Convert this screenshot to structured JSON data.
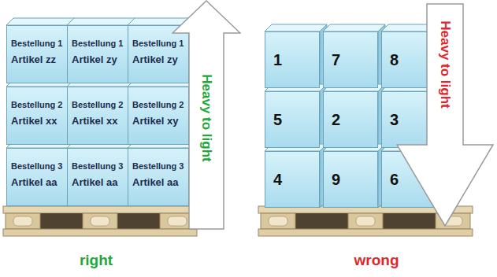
{
  "diagram": {
    "nodes": [
      {
        "text": [
          "Bestellung 1",
          "Artikel zz"
        ]
      },
      {
        "text": [
          "Bestellung 1",
          "Artikel zy"
        ]
      },
      {
        "text": [
          "Bestellung 1",
          "Artikel zy"
        ]
      },
      {
        "text": [
          "Bestellung 2",
          "Artikel xx"
        ]
      },
      {
        "text": [
          "Bestellung 2",
          "Artikel xx"
        ]
      },
      {
        "text": [
          "Bestellung 2",
          "Artikel xy"
        ]
      },
      {
        "text": [
          "Bestellung 3",
          "Artikel aa"
        ]
      },
      {
        "text": [
          "Bestellung 3",
          "Artikel aa"
        ]
      },
      {
        "text": [
          "Bestellung 3",
          "Artikel aa"
        ]
      },
      {
        "text": [
          "Heavy to light"
        ]
      },
      {
        "text": [
          "1"
        ]
      },
      {
        "text": [
          "7"
        ]
      },
      {
        "text": [
          "8"
        ]
      },
      {
        "text": [
          "5"
        ]
      },
      {
        "text": [
          "2"
        ]
      },
      {
        "text": [
          "3"
        ]
      },
      {
        "text": [
          "4"
        ]
      },
      {
        "text": [
          "9"
        ]
      },
      {
        "text": [
          "6"
        ]
      },
      {
        "text": [
          "Heavy to light"
        ]
      }
    ],
    "labels": [
      "right",
      "wrong"
    ]
  }
}
